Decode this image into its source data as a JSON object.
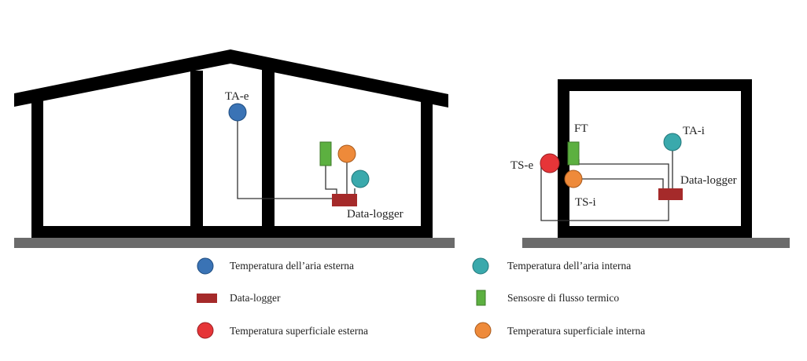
{
  "colors": {
    "wall": "#000000",
    "ground": "#6b6b6b",
    "wire": "#333333",
    "air_external": "#3a73b5",
    "air_internal": "#3aa9ac",
    "surface_external": "#e63538",
    "surface_internal": "#ee8a3a",
    "datalogger": "#a52a2a",
    "flux_sensor": "#5cb040"
  },
  "left_building": {
    "sensor_ta_e_label": "TA-e",
    "datalogger_label": "Data-logger"
  },
  "right_building": {
    "ft_label": "FT",
    "ta_i_label": "TA-i",
    "ts_e_label": "TS-e",
    "ts_i_label": "TS-i",
    "datalogger_label": "Data-logger"
  },
  "legend": {
    "air_external": {
      "icon": "blue-circle",
      "label": "Temperatura dell’aria esterna"
    },
    "air_internal": {
      "icon": "teal-circle",
      "label": "Temperatura dell’aria interna"
    },
    "datalogger": {
      "icon": "red-rectangle",
      "label": "Data-logger"
    },
    "flux_sensor": {
      "icon": "green-rectangle",
      "label": "Sensosre di flusso termico"
    },
    "surface_external": {
      "icon": "red-circle",
      "label": "Temperatura superficiale esterna"
    },
    "surface_internal": {
      "icon": "orange-circle",
      "label": "Temperatura superficiale interna"
    }
  }
}
